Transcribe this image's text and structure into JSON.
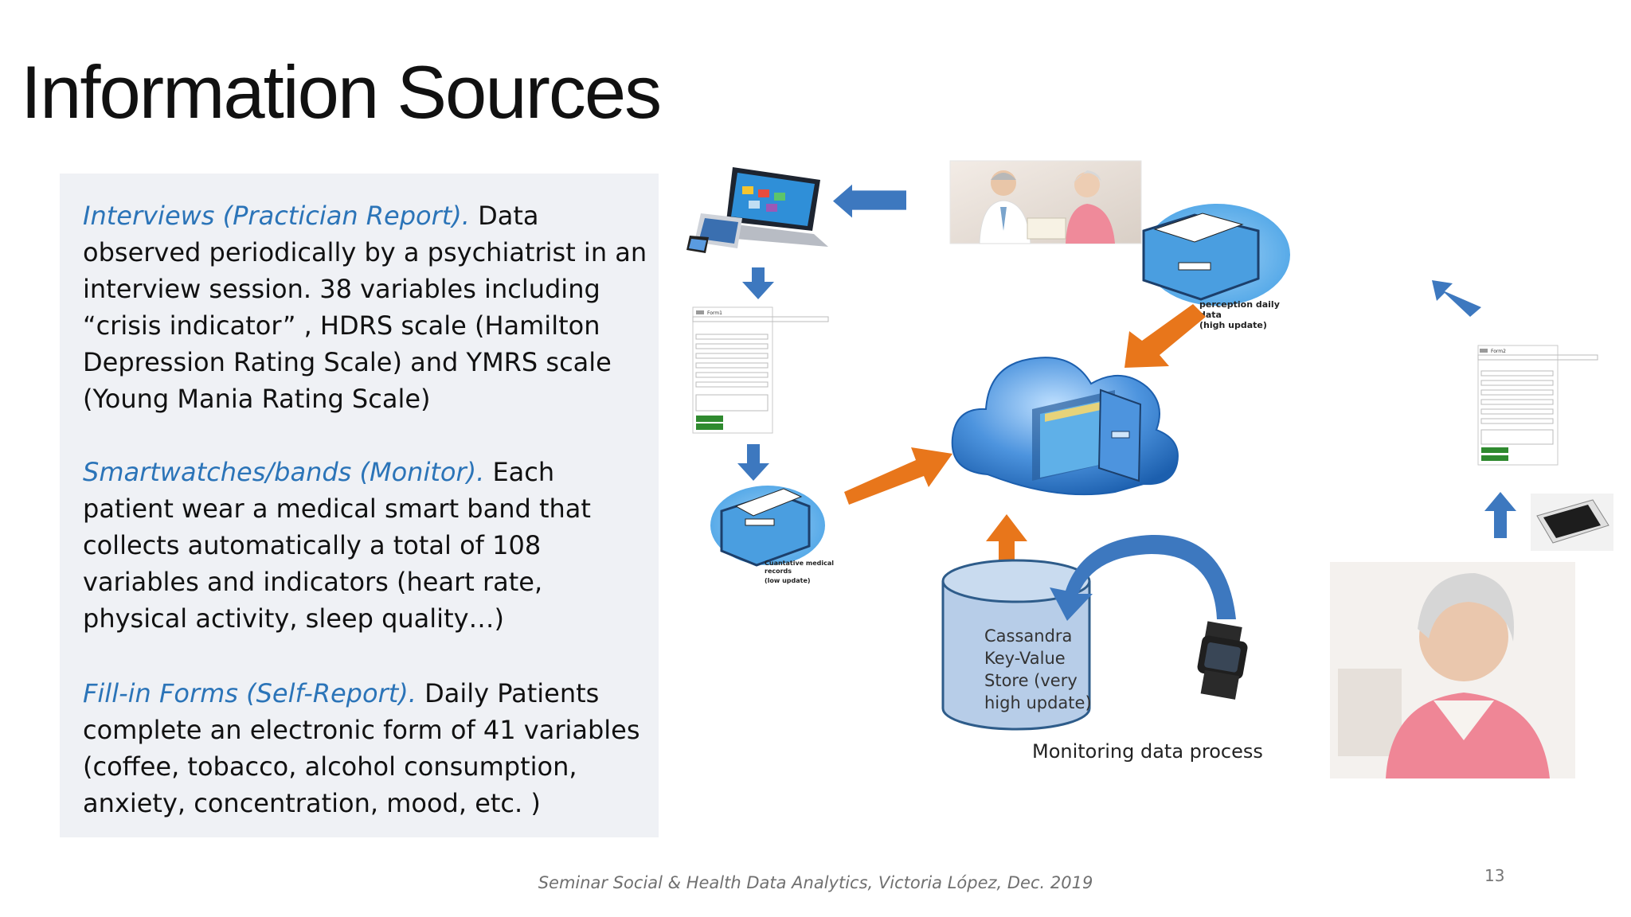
{
  "slide": {
    "title": "Information Sources",
    "page_number": "13",
    "footer": "Seminar Social & Health Data Analytics, Victoria López, Dec. 2019"
  },
  "content": {
    "paragraphs": [
      {
        "lead": "Interviews (Practician Report).",
        "body": " Data observed periodically by a psychiatrist in an interview session. 38 variables including  “crisis indicator” , HDRS scale (Hamilton Depression Rating Scale) and YMRS scale (Young Mania Rating Scale)"
      },
      {
        "lead": "Smartwatches/bands (Monitor).",
        "body": " Each patient wear a medical smart band that collects automatically a total of 108 variables and indicators (heart rate, physical activity, sleep quality…)"
      },
      {
        "lead": "Fill-in Forms (Self-Report).",
        "body": "  Daily Patients complete an electronic form of 41 variables (coffee, tobacco, alcohol consumption, anxiety, concentration, mood, etc. )"
      }
    ]
  },
  "diagram": {
    "form1_title": "Form1",
    "form2_title": "Form2",
    "drawer_left_label": [
      "Cuantative medical",
      "records",
      "(low update)"
    ],
    "drawer_right_label": [
      "perception daily",
      "data",
      "(high update)"
    ],
    "cassandra_label": [
      "Cassandra",
      "Key-Value",
      "Store (very",
      "high update)"
    ],
    "caption": "Monitoring data process"
  },
  "colors": {
    "title_text": "#111111",
    "lead_text": "#2b74b8",
    "text_box_bg": "#eff1f5",
    "arrow_blue": "#3d78bf",
    "arrow_orange": "#e8761b",
    "cylinder_fill": "#b7cde8",
    "cloud_blue": "#4d94de",
    "footer_text": "#707070"
  },
  "icons": [
    "laptop-tablet-phone-icon",
    "doctor-patient-photo",
    "file-drawer-icon",
    "cloud-drawer-icon",
    "database-cylinder-icon",
    "smartwatch-icon",
    "smartphone-icon",
    "elderly-woman-photo",
    "form-document-icon"
  ]
}
